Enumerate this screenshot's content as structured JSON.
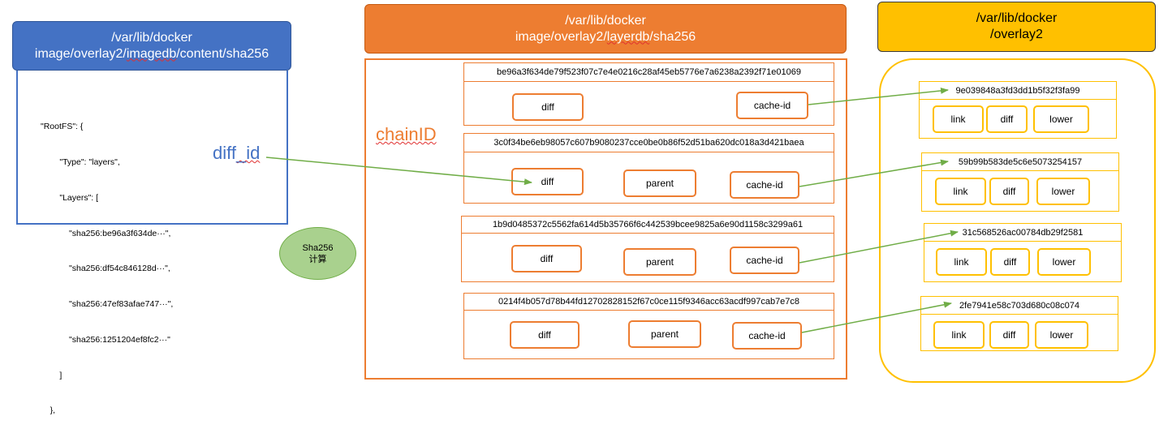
{
  "imagedb": {
    "header_line1": "/var/lib/docker",
    "header_line2_prefix": "image/overlay2/",
    "header_line2_under": "imagedb",
    "header_line2_suffix": "/content/sha256",
    "json_lines": [
      "\"RootFS\": {",
      "        \"Type\": \"layers\",",
      "        \"Layers\": [",
      "            \"sha256:be96a3f634de···\",",
      "            \"sha256:df54c846128d···\",",
      "            \"sha256:47ef83afae747···\",",
      "            \"sha256:1251204ef8fc2···\"",
      "        ]",
      "    },"
    ],
    "diff_id_main": "diff",
    "diff_id_under": "_id"
  },
  "sha_circle": {
    "line1": "Sha256",
    "line2": "计算"
  },
  "layerdb": {
    "header_line1": "/var/lib/docker",
    "header_line2_prefix": "image/overlay2/",
    "header_line2_under": "layerdb",
    "header_line2_suffix": "/sha256",
    "chain_label": "chainID",
    "layers": [
      {
        "hash": "be96a3f634de79f523f07c7e4e0216c28af45eb5776e7a6238a2392f71e01069",
        "diff": "diff",
        "cache": "cache-id"
      },
      {
        "hash": "3c0f34be6eb98057c607b9080237cce0be0b86f52d51ba620dc018a3d421baea",
        "diff": "diff",
        "parent": "parent",
        "cache": "cache-id"
      },
      {
        "hash": "1b9d0485372c5562fa614d5b35766f6c442539bcee9825a6e90d1158c3299a61",
        "diff": "diff",
        "parent": "parent",
        "cache": "cache-id"
      },
      {
        "hash": "0214f4b057d78b44fd12702828152f67c0ce115f9346acc63acdf997cab7e7c8",
        "diff": "diff",
        "parent": "parent",
        "cache": "cache-id"
      }
    ]
  },
  "overlay": {
    "header_line1": "/var/lib/docker",
    "header_line2": "/overlay2",
    "dirs": [
      {
        "hash": "9e039848a3fd3dd1b5f32f3fa99",
        "link": "link",
        "diff": "diff",
        "lower": "lower"
      },
      {
        "hash": "59b99b583de5c6e5073254157",
        "link": "link",
        "diff": "diff",
        "lower": "lower"
      },
      {
        "hash": "31c568526ac00784db29f2581",
        "link": "link",
        "diff": "diff",
        "lower": "lower"
      },
      {
        "hash": "2fe7941e58c703d680c08c074",
        "link": "link",
        "diff": "diff",
        "lower": "lower"
      }
    ]
  },
  "colors": {
    "blue": "#4472c4",
    "orange": "#ed7d31",
    "yellow": "#ffc000",
    "green": "#70ad47",
    "circle_fill": "#a9d18e"
  }
}
